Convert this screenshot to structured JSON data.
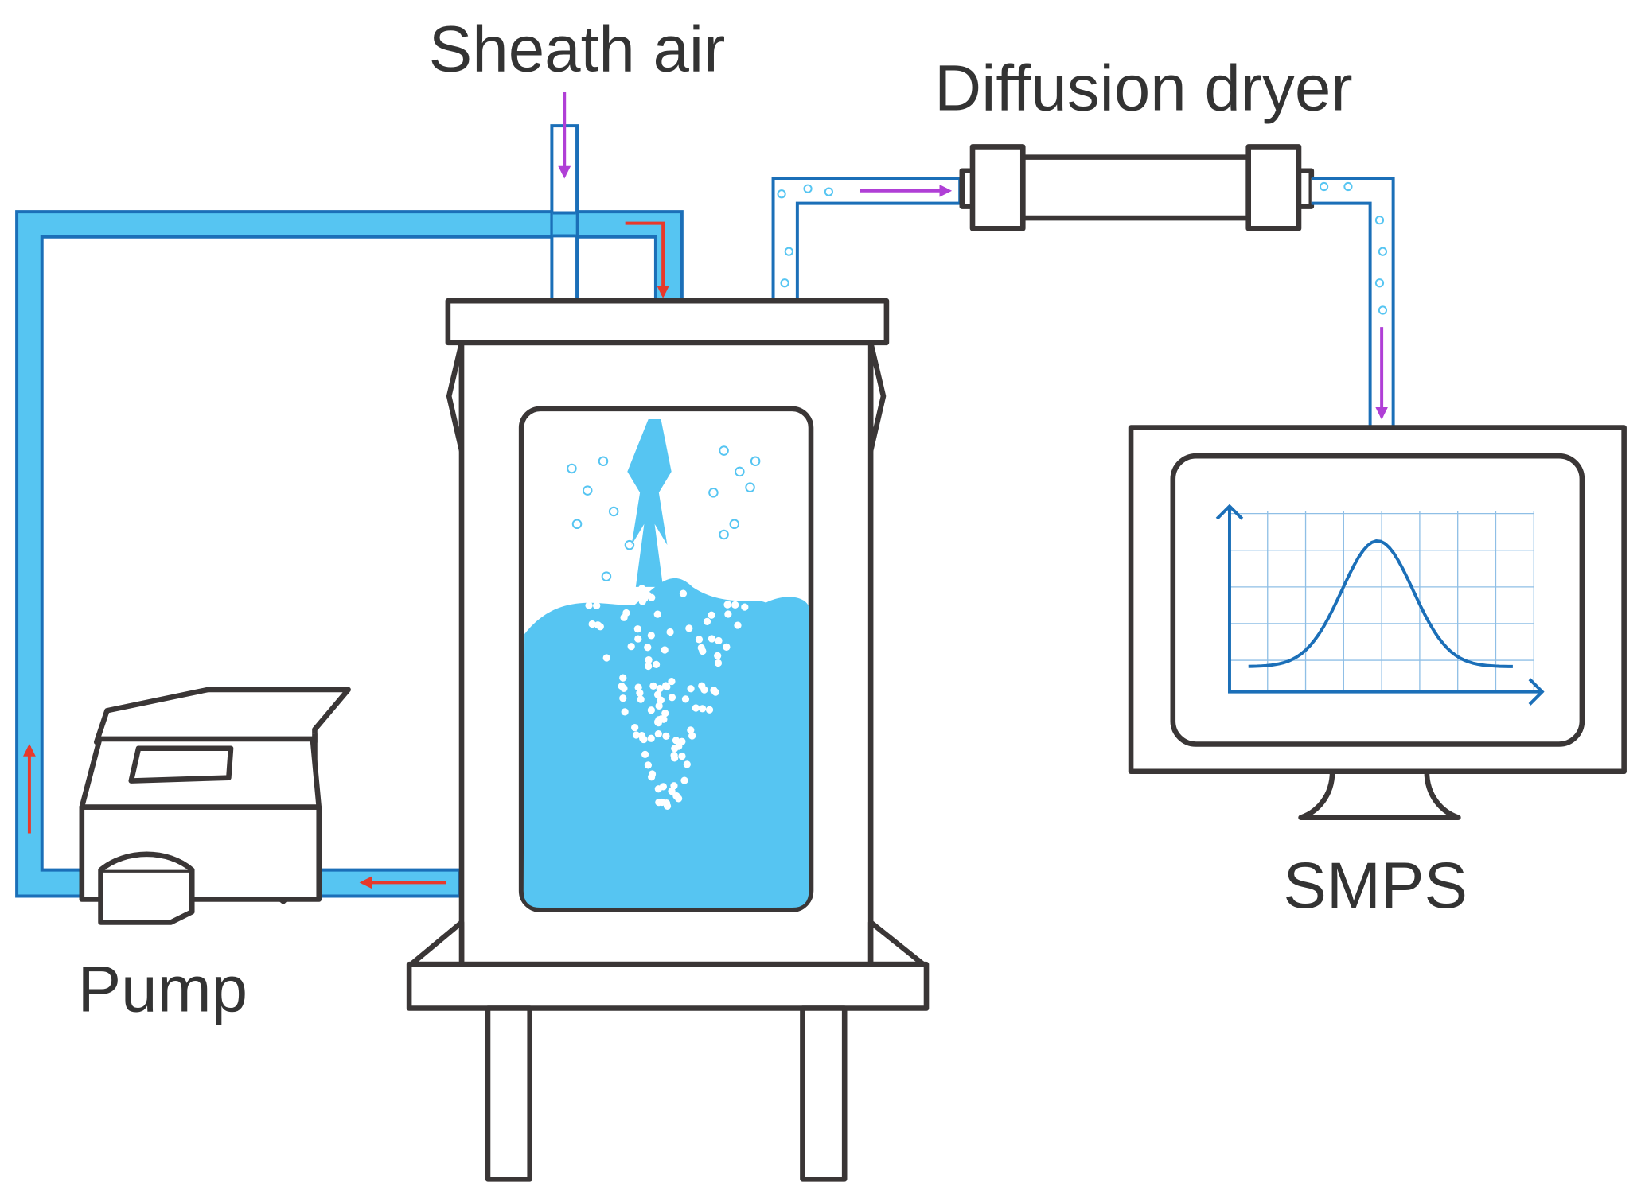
{
  "labels": {
    "sheath_air": "Sheath air",
    "diffusion_dryer": "Diffusion dryer",
    "smps": "SMPS",
    "pump": "Pump"
  },
  "colors": {
    "liquid": "#56c5f2",
    "pipe_outline": "#1b6fb8",
    "outline": "#3a3636",
    "flow_arrow_liquid": "#e8392b",
    "flow_arrow_air": "#b03fd6",
    "particle_ring": "#56c5f2",
    "chart_line": "#1b6fb8",
    "grid": "#8fbfe6"
  },
  "icons": {
    "chamber": "aerosol-chamber-icon",
    "pump": "peristaltic-pump-icon",
    "dryer": "diffusion-dryer-icon",
    "monitor": "smps-monitor-icon"
  }
}
